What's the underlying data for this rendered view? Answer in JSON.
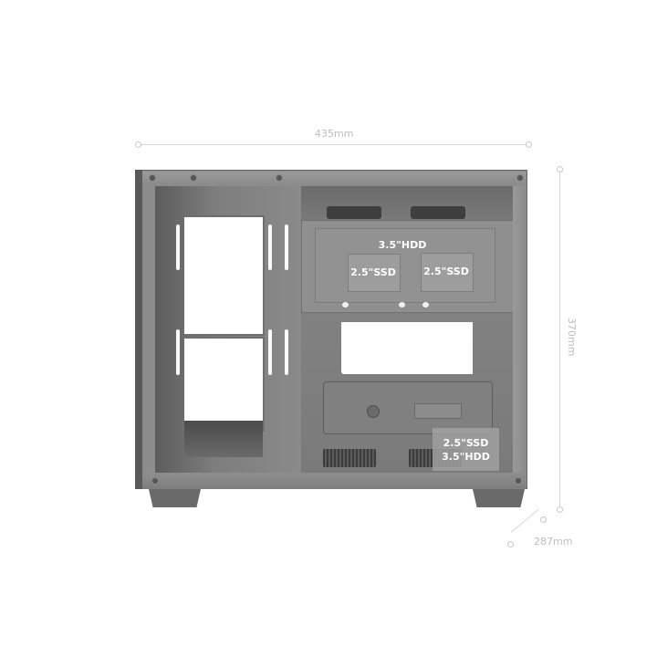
{
  "dimensions": {
    "width": {
      "label": "435mm"
    },
    "height": {
      "label": "370mm"
    },
    "depth": {
      "label": "287mm"
    }
  },
  "drive_mounts": {
    "top_bracket": {
      "hdd_label": "3.5\"HDD",
      "ssd_left_label": "2.5\"SSD",
      "ssd_right_label": "2.5\"SSD"
    },
    "bottom_bay": {
      "line1": "2.5\"SSD",
      "line2": "3.5\"HDD"
    }
  },
  "colors": {
    "case_frame": "#8a8a8a",
    "case_panel": "#7a7a7a",
    "case_dark": "#4a4a4a",
    "label_box": "#9b9b9b",
    "dimension_line": "#d6d6d6",
    "dimension_text": "#bdbdbd"
  }
}
